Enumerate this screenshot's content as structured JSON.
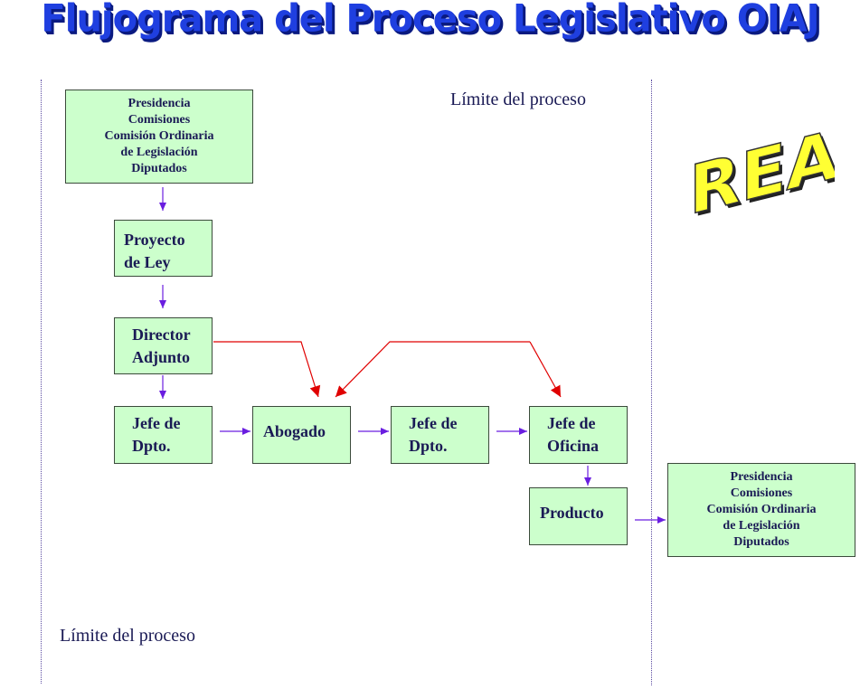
{
  "title": "Flujograma del Proceso Legislativo OIAJ",
  "boundary_label_top": "Límite del proceso",
  "boundary_label_bottom": "Límite del proceso",
  "stamp": "REAL",
  "nodes": {
    "input_entities": [
      "Presidencia",
      "Comisiones",
      "Comisión Ordinaria",
      "de Legislación",
      "Diputados"
    ],
    "proyecto": [
      "Proyecto",
      "de Ley"
    ],
    "director": [
      "Director",
      "Adjunto"
    ],
    "jefe_dpto_1": [
      "Jefe de",
      "Dpto."
    ],
    "abogado": "Abogado",
    "jefe_dpto_2": [
      "Jefe de",
      "Dpto."
    ],
    "jefe_oficina": [
      "Jefe de",
      "Oficina"
    ],
    "producto": "Producto",
    "output_entities": [
      "Presidencia",
      "Comisiones",
      "Comisión Ordinaria",
      "de Legislación",
      "Diputados"
    ]
  },
  "colors": {
    "box_fill": "#ccffcc",
    "flow_arrow": "#6a1ee0",
    "feedback_arrow": "#e00000",
    "title": "#1f3fe0",
    "stamp": "#ffff33"
  }
}
